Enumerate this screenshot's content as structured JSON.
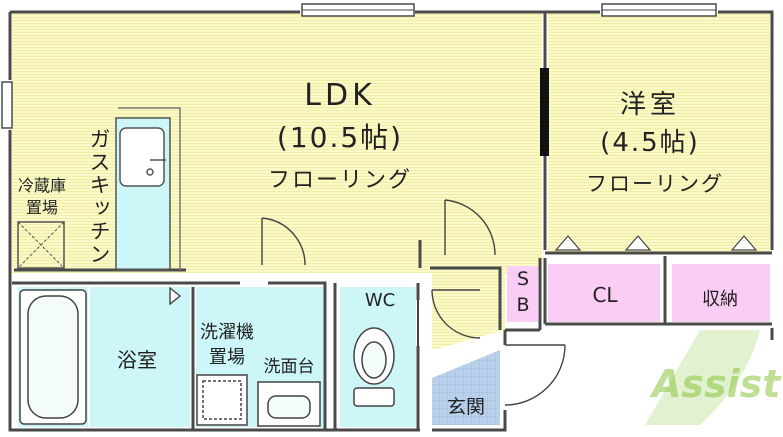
{
  "rooms": {
    "ldk": {
      "name": "LDK",
      "size": "(10.5帖)",
      "floor": "フローリング"
    },
    "western": {
      "name": "洋室",
      "size": "(4.5帖)",
      "floor": "フローリング"
    },
    "kitchen": "ガスキッチン",
    "fridge": [
      "冷蔵庫",
      "置場"
    ],
    "sb": [
      "S",
      "B"
    ],
    "cl": "CL",
    "storage": "収納",
    "wc": "WC",
    "bath": "浴室",
    "laundry": [
      "洗濯機",
      "置場"
    ],
    "washbasin": "洗面台",
    "entrance": "玄関"
  },
  "logo": {
    "text": "Assist"
  },
  "colors": {
    "floor_yellow": "#fbf9c7",
    "wet_cyan": "#cdf6f8",
    "closet_pink": "#f9cdf4",
    "entrance_blue": "#b9d0ea",
    "wall": "#4a4a4a",
    "logo_green": "#8cc63f"
  }
}
